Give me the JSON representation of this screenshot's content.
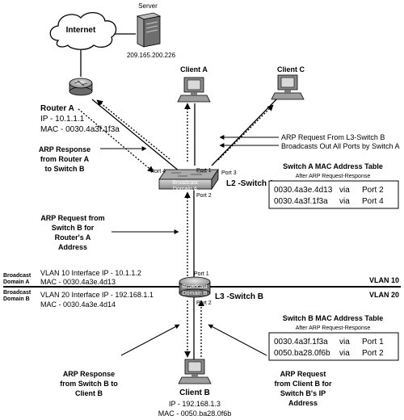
{
  "internet": {
    "label": "Internet"
  },
  "server": {
    "label": "Server",
    "ip": "209.165.200.226"
  },
  "router_a": {
    "name": "Router A",
    "ip": "IP - 10.1.1.1",
    "mac": "MAC - 0030.4a3f.1f3a"
  },
  "client_a": {
    "label": "Client  A"
  },
  "client_c": {
    "label": "Client  C"
  },
  "client_b": {
    "label": "Client B",
    "ip": "IP - 192.168.1.3",
    "mac": "MAC - 0050.ba28.0f6b"
  },
  "l2_switch": {
    "label": "L2 -Switch A",
    "box_line1": "Broadcast",
    "box_line2": "Domain A",
    "ports": [
      "Port 4",
      "Port 1",
      "Port 3",
      "Port 2"
    ]
  },
  "l3_switch": {
    "label": "L3 -Switch B",
    "box_line1": "Broadcast",
    "box_line2": "Domain B",
    "port_top": "Port 1",
    "port_bottom": "Port 2"
  },
  "arp_request_l3": {
    "line1": "ARP Request From L3-Switch B",
    "line2": "Broadcasts Out All Ports by Switch A"
  },
  "arp_response_a": {
    "line1": "ARP Response",
    "line2": "from Router A",
    "line3": "to Switch B"
  },
  "arp_request_b": {
    "line1": "ARP Request from",
    "line2": "Switch B for",
    "line3": "Router's A",
    "line4": "Address"
  },
  "arp_response_client": {
    "line1": "ARP Response",
    "line2": "from Switch B to",
    "line3": "Client B"
  },
  "arp_request_client": {
    "line1": "ARP Request",
    "line2": "from Client B for",
    "line3": "Switch B's IP",
    "line4": "Address"
  },
  "switch_a_table": {
    "title": "Switch A MAC Address Table",
    "subtitle": "After ARP Request-Response",
    "rows": [
      {
        "mac": "0030.4a3e.4d13",
        "via": "via",
        "port": "Port 2"
      },
      {
        "mac": "0030.4a3f.1f3a",
        "via": "via",
        "port": "Port 4"
      }
    ]
  },
  "switch_b_table": {
    "title": "Switch B MAC Address Table",
    "subtitle": "After ARP Request-Response",
    "rows": [
      {
        "mac": "0030.4a3f.1f3a",
        "via": "via",
        "port": "Port 1"
      },
      {
        "mac": "0050.ba28.0f6b",
        "via": "via",
        "port": "Port 2"
      }
    ]
  },
  "vlan10": {
    "label": "VLAN 10",
    "interface_ip": "VLAN 10 Interface IP - 10.1.1.2",
    "mac": "MAC - 0030.4a3e.4d13"
  },
  "vlan20": {
    "label": "VLAN 20",
    "interface_ip": "VLAN 20 Interface IP - 192.168.1.1",
    "mac": "MAC - 0030.4a3e.4d14"
  },
  "broadcast_domain_a": {
    "line1": "Broadcast",
    "line2": "Domain A"
  },
  "broadcast_domain_b": {
    "line1": "Broadcast",
    "line2": "Domain B"
  }
}
